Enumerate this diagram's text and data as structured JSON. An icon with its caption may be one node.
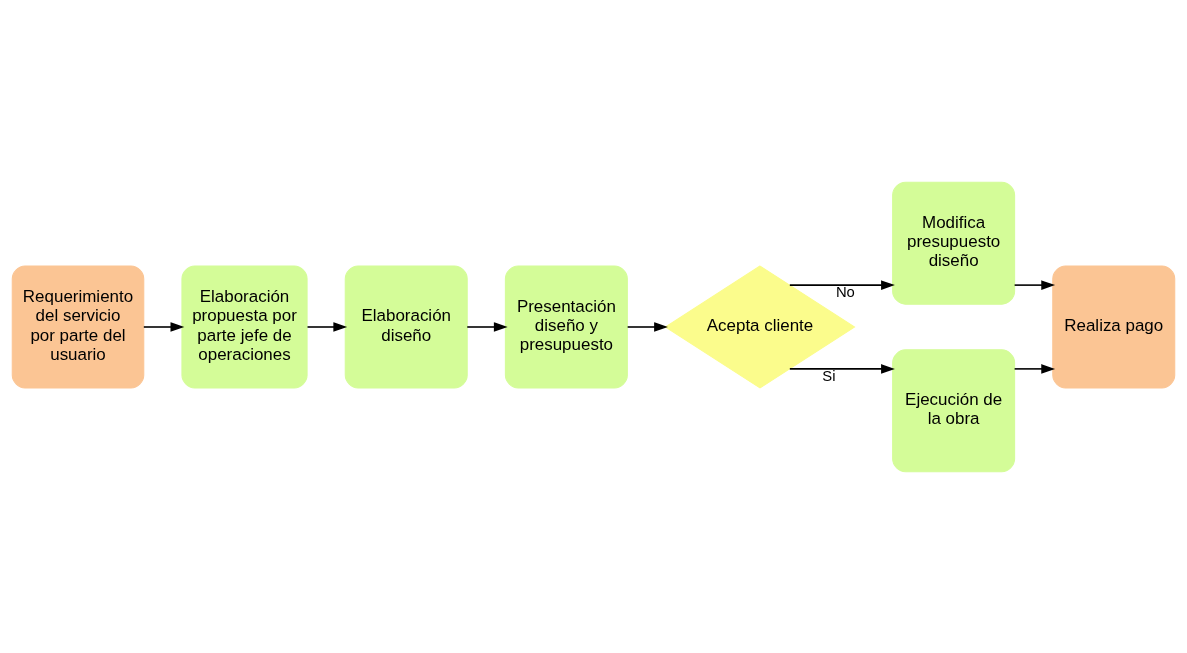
{
  "diagram": {
    "nodes": [
      {
        "text": [
          "Requerimiento del servicio por parte del usuario"
        ]
      },
      {
        "text": [
          "Elaboración propuesta por parte jefe de operaciones"
        ]
      },
      {
        "text": [
          "Elaboración diseño"
        ]
      },
      {
        "text": [
          "Presentación diseño y presupuesto"
        ]
      },
      {
        "text": [
          "Acepta cliente"
        ]
      },
      {
        "text": [
          "Modifica presupuesto diseño"
        ]
      },
      {
        "text": [
          "Ejecución de la obra"
        ]
      },
      {
        "text": [
          "Realiza pago"
        ]
      }
    ],
    "edges": [
      {
        "from": 0,
        "to": 1,
        "arrow": "to"
      },
      {
        "from": 1,
        "to": 2,
        "arrow": "to"
      },
      {
        "from": 2,
        "to": 3,
        "arrow": "to"
      },
      {
        "from": 3,
        "to": 4,
        "arrow": "to"
      },
      {
        "from": 4,
        "to": 5,
        "arrow": "to",
        "label": "No"
      },
      {
        "from": 4,
        "to": 6,
        "arrow": "to",
        "label": "Si"
      },
      {
        "from": 5,
        "to": 7,
        "arrow": "to"
      },
      {
        "from": 6,
        "to": 7,
        "arrow": "to"
      }
    ]
  }
}
